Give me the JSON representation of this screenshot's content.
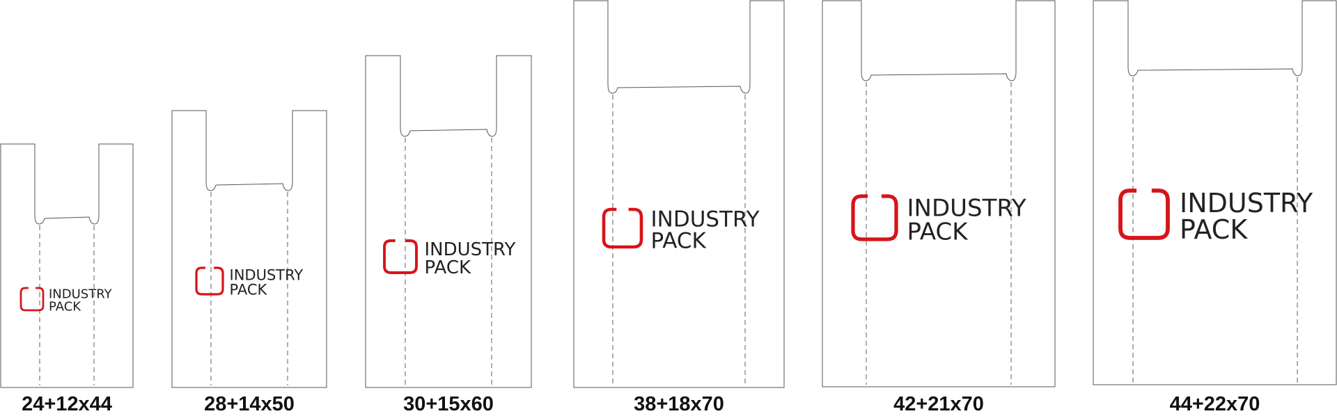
{
  "bags": [
    {
      "id": "bag-24",
      "size": "24+12x44",
      "brand": {
        "line1": "INDUSTRY",
        "line2": "PACK"
      }
    },
    {
      "id": "bag-28",
      "size": "28+14x50",
      "brand": {
        "line1": "INDUSTRY",
        "line2": "PACK"
      }
    },
    {
      "id": "bag-30",
      "size": "30+15x60",
      "brand": {
        "line1": "INDUSTRY",
        "line2": "PACK"
      }
    },
    {
      "id": "bag-38",
      "size": "38+18x70",
      "brand": {
        "line1": "INDUSTRY",
        "line2": "PACK"
      }
    },
    {
      "id": "bag-42",
      "size": "42+21x70",
      "brand": {
        "line1": "INDUSTRY",
        "line2": "PACK"
      }
    },
    {
      "id": "bag-44",
      "size": "44+22x70",
      "brand": {
        "line1": "INDUSTRY",
        "line2": "PACK"
      }
    }
  ],
  "colors": {
    "brand_red": "#d7141a",
    "outline": "#555555",
    "gusset_line": "#9a9a9a",
    "text": "#222222"
  }
}
